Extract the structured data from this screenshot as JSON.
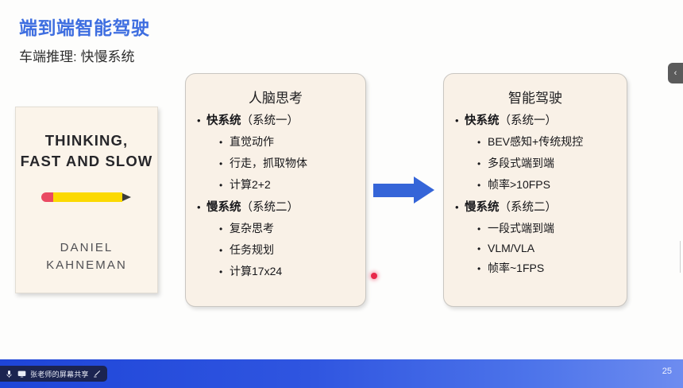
{
  "slide": {
    "title": "端到端智能驾驶",
    "subtitle": "车端推理: 快慢系统",
    "title_color": "#3e6ee0",
    "page_number": "25"
  },
  "book_cover": {
    "title_line1": "THINKING,",
    "title_line2": "FAST AND SLOW",
    "author_line1": "DANIEL",
    "author_line2": "KAHNEMAN",
    "pencil_eraser_color": "#ea4a63",
    "pencil_body_color": "#fbd902",
    "cover_color": "#fbf4ea"
  },
  "cards": [
    {
      "id": "brain",
      "title": "人脑思考",
      "groups": [
        {
          "heading_strong": "快系统",
          "heading_rest": "（系统一）",
          "items": [
            "直觉动作",
            "行走，抓取物体",
            "计算2+2"
          ]
        },
        {
          "heading_strong": "慢系统",
          "heading_rest": "（系统二）",
          "items": [
            "复杂思考",
            "任务规划",
            "计算17x24"
          ]
        }
      ]
    },
    {
      "id": "driving",
      "title": "智能驾驶",
      "groups": [
        {
          "heading_strong": "快系统",
          "heading_rest": "（系统一）",
          "items": [
            "BEV感知+传统规控",
            "多段式端到端",
            "帧率>10FPS"
          ]
        },
        {
          "heading_strong": "慢系统",
          "heading_rest": "（系统二）",
          "items": [
            "一段式端到端",
            "VLM/VLA",
            "帧率~1FPS"
          ]
        }
      ]
    }
  ],
  "bullets": {
    "level1": "•",
    "level2": "•"
  },
  "arrow": {
    "color": "#3565d8",
    "direction": "right"
  },
  "laser_pointer": {
    "color": "#e8284a"
  },
  "panel_tab": {
    "icon": "chevron-left-icon",
    "glyph": "‹"
  },
  "bottom_bar": {
    "share_label": "张老师的屏幕共享",
    "icons": [
      "microphone-icon",
      "screen-share-icon",
      "annotate-pencil-icon"
    ]
  }
}
